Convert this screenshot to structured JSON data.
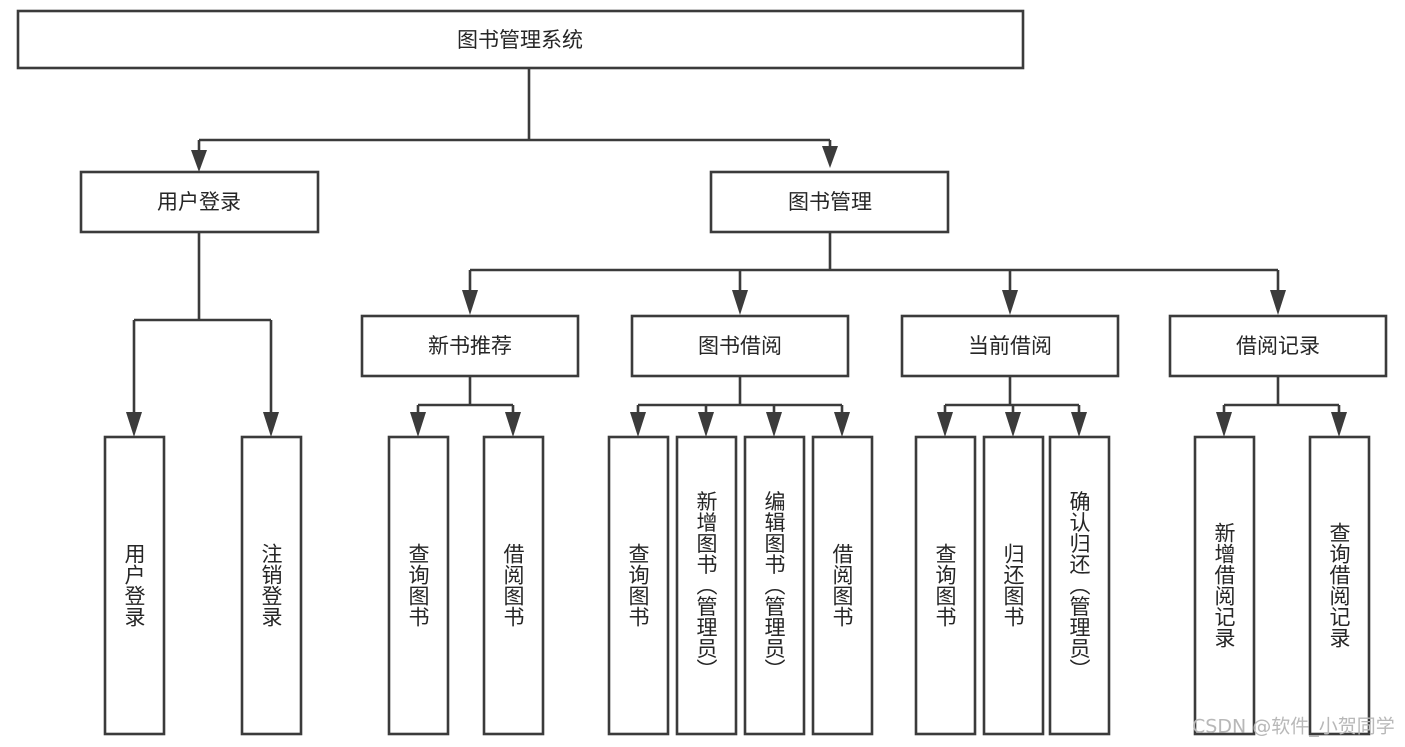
{
  "diagram": {
    "title": "图书管理系统",
    "type": "tree-hierarchy-chart",
    "colors": {
      "box_stroke": "#3b3b3b",
      "box_fill": "#ffffff",
      "text": "#262626",
      "connector": "#3b3b3b",
      "watermark": "#b8b8b8",
      "background": "#ffffff"
    }
  },
  "nodes": {
    "root": {
      "label": "图书管理系统"
    },
    "level2": [
      {
        "label": "用户登录"
      },
      {
        "label": "图书管理"
      }
    ],
    "level3": [
      {
        "label": "新书推荐"
      },
      {
        "label": "图书借阅"
      },
      {
        "label": "当前借阅"
      },
      {
        "label": "借阅记录"
      }
    ],
    "leaves_user_login": [
      {
        "label": "用户登录"
      },
      {
        "label": "注销登录"
      }
    ],
    "leaves_new_book": [
      {
        "label": "查询图书"
      },
      {
        "label": "借阅图书"
      }
    ],
    "leaves_borrow": [
      {
        "label": "查询图书"
      },
      {
        "label": "新增图书（管理员）"
      },
      {
        "label": "编辑图书（管理员）"
      },
      {
        "label": "借阅图书"
      }
    ],
    "leaves_current": [
      {
        "label": "查询图书"
      },
      {
        "label": "归还图书"
      },
      {
        "label": "确认归还（管理员）"
      }
    ],
    "leaves_record": [
      {
        "label": "新增借阅记录"
      },
      {
        "label": "查询借阅记录"
      }
    ]
  },
  "watermark": {
    "text": "CSDN @软件_小贺同学"
  }
}
